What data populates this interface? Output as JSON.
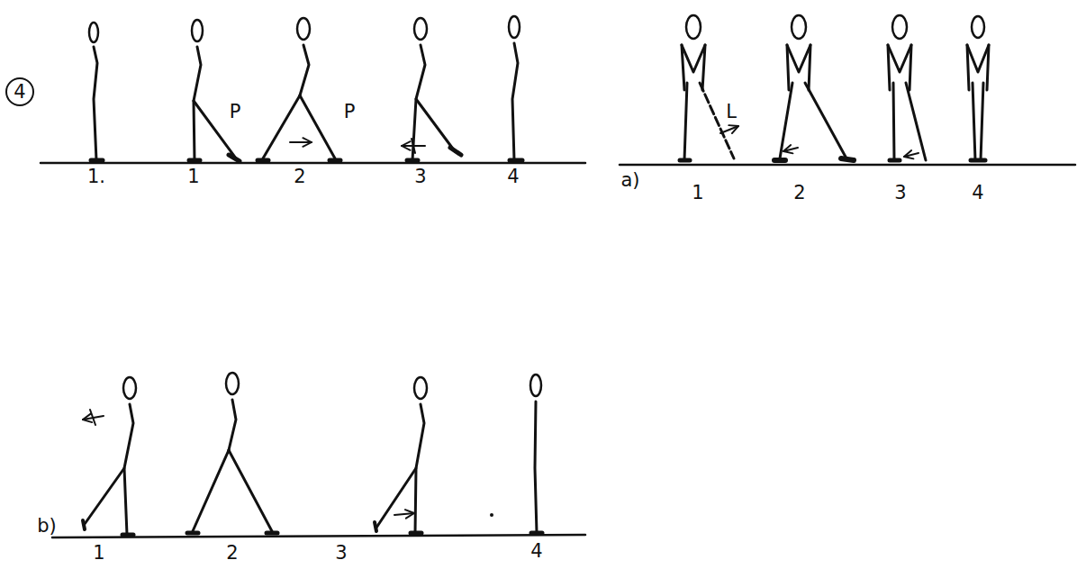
{
  "diagram": {
    "labels": [
      "4",
      "1.",
      "1",
      "P",
      "2",
      "P",
      "3",
      "4",
      "a)",
      "1",
      "L",
      "2",
      "3",
      "4",
      "b)",
      "1",
      "2",
      "3",
      "4"
    ]
  }
}
